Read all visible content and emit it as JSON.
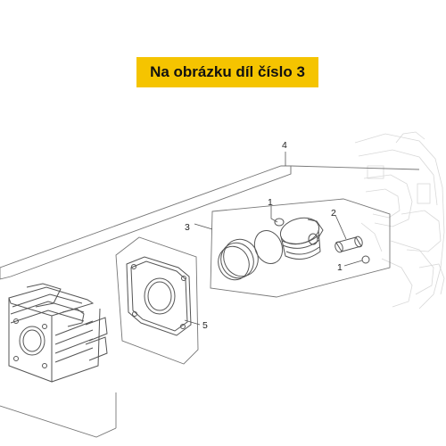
{
  "header": {
    "title": "Na obrázku díl číslo 3",
    "highlight_color": "#f5c400"
  },
  "diagram": {
    "callouts": {
      "c4": "4",
      "c3": "3",
      "c1a": "1",
      "c2": "2",
      "c1b": "1",
      "c5": "5"
    },
    "parts": [
      {
        "name": "piston-assembly-icon",
        "callout": "4"
      },
      {
        "name": "piston-kit-icon",
        "callout": "3"
      },
      {
        "name": "circlip-icon",
        "callout": "1"
      },
      {
        "name": "piston-pin-icon",
        "callout": "2"
      },
      {
        "name": "cylinder-gasket-icon",
        "callout": "5"
      },
      {
        "name": "cylinder-block-icon",
        "callout": ""
      }
    ]
  }
}
